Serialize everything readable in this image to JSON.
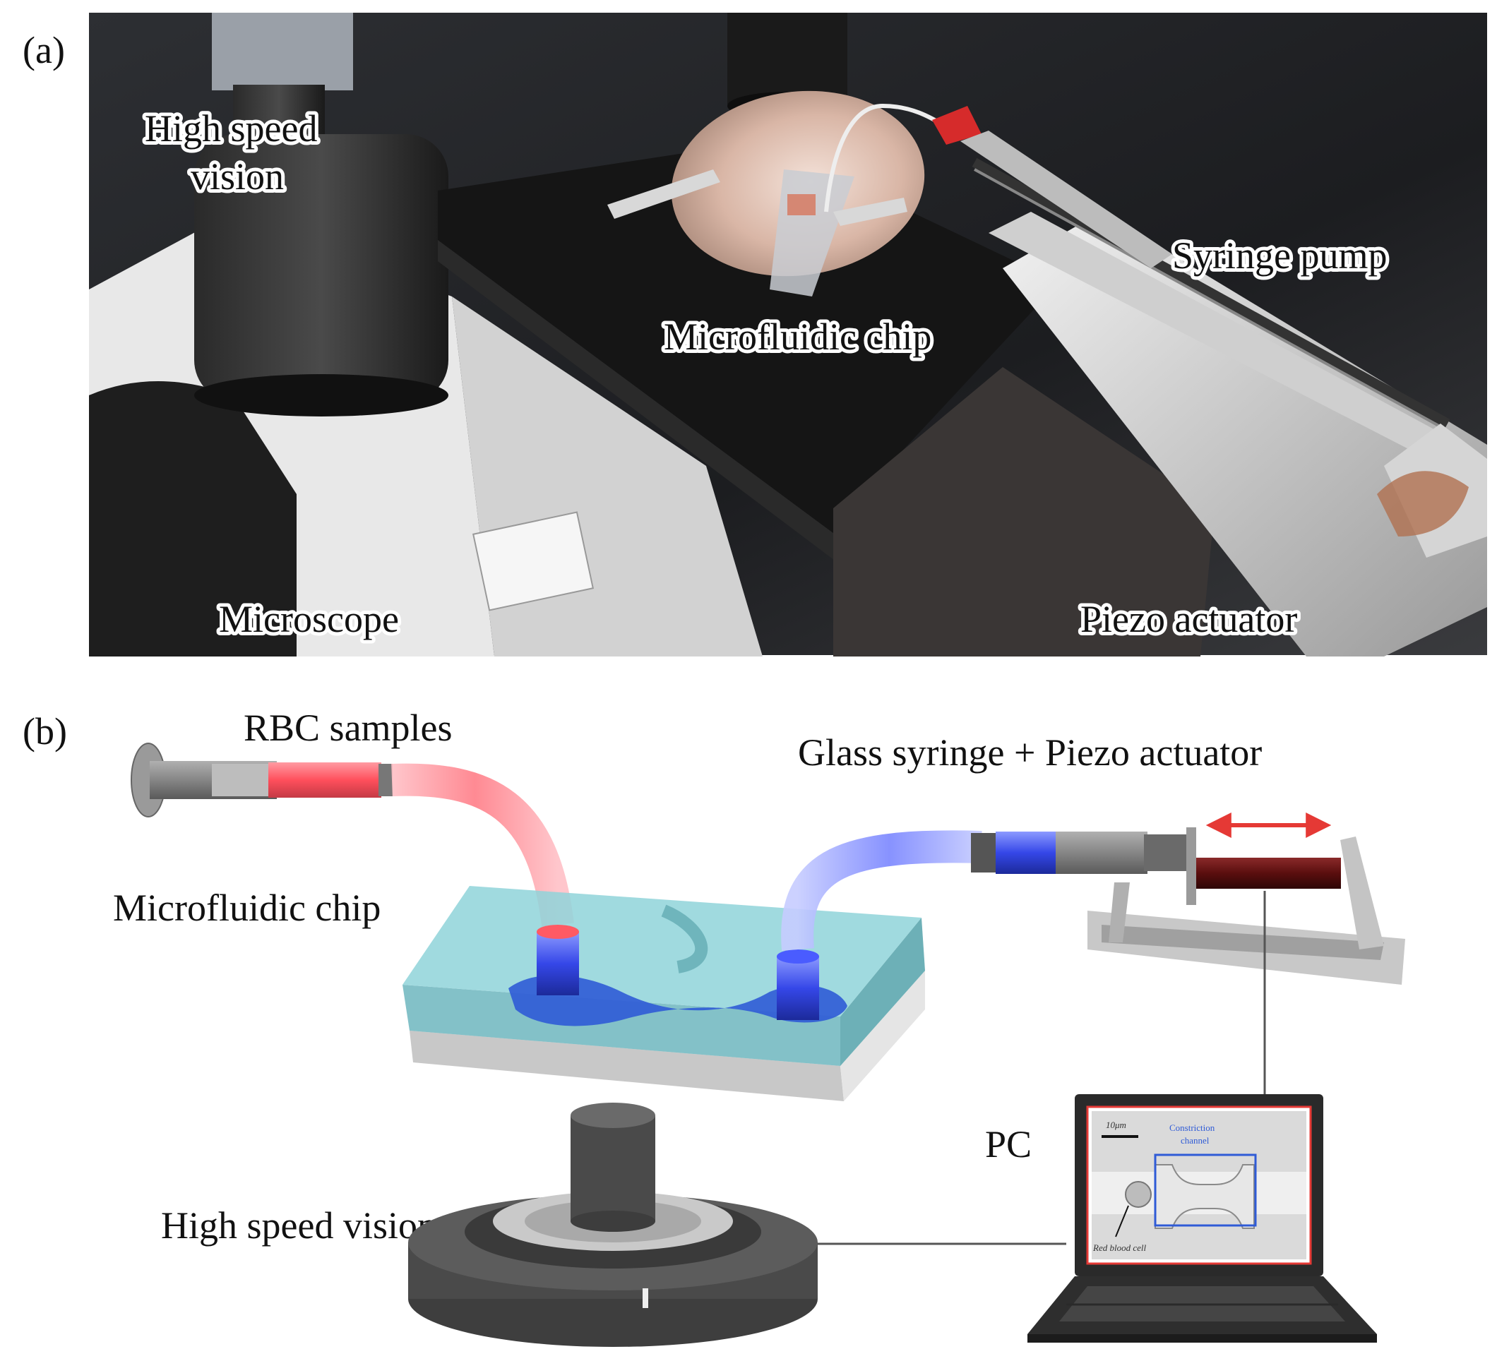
{
  "panel_a": {
    "letter": "(a)",
    "labels": {
      "high_speed_vision_line1": "High speed",
      "high_speed_vision_line2": "vision",
      "syringe_pump": "Syringe pump",
      "microfluidic_chip": "Microfluidic chip",
      "microscope": "Microscope",
      "piezo_actuator": "Piezo actuator"
    }
  },
  "panel_b": {
    "letter": "(b)",
    "labels": {
      "rbc_samples": "RBC samples",
      "glass_syringe": "Glass syringe + Piezo actuator",
      "microfluidic_chip": "Microfluidic chip",
      "pc": "PC",
      "high_speed_vision": "High speed vision"
    },
    "screen": {
      "scale_text": "10μm",
      "constriction_line1": "Constriction",
      "constriction_line2": "channel",
      "rbc_text": "Red blood cell"
    }
  },
  "colors": {
    "rbc_red": "#ff5a64",
    "channel_blue": "#2f5bd6",
    "chip_cyan": "#8fd3d9",
    "actuator_dark_red": "#5a0e0e",
    "arrow_red": "#e53935"
  }
}
